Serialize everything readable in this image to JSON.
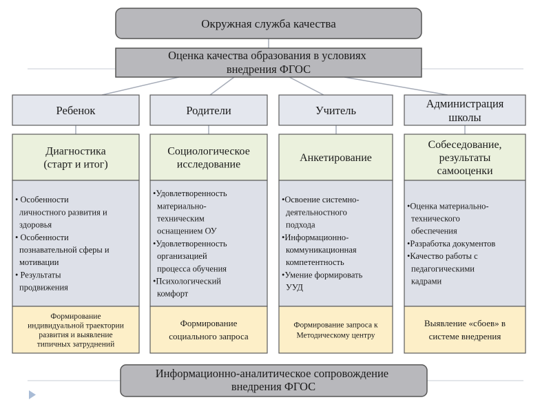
{
  "top": {
    "service": "Окружная служба качества",
    "assessment": [
      "Оценка качества образования в условиях",
      "внедрения ФГОС"
    ]
  },
  "columns": [
    {
      "header": [
        "Ребенок"
      ],
      "method": [
        "Диагностика",
        "(старт и итог)"
      ],
      "items": [
        "• Особенности",
        "личностного развития и",
        "здоровья",
        "• Особенности",
        "познавательной сферы и",
        "мотивации",
        "• Результаты",
        "продвижения"
      ],
      "outcome": [
        "Формирование",
        "индивидуальной траектории",
        "развития и выявление",
        "типичных затруднений"
      ]
    },
    {
      "header": [
        "Родители"
      ],
      "method": [
        "Социологическое",
        "исследование"
      ],
      "items": [
        "•Удовлетворенность",
        "материально-",
        "техническим",
        "оснащением ОУ",
        "•Удовлетворенность",
        "организацией",
        "процесса обучения",
        "•Психологический",
        "комфорт"
      ],
      "outcome": [
        "Формирование",
        "социального запроса"
      ]
    },
    {
      "header": [
        "Учитель"
      ],
      "method": [
        "Анкетирование"
      ],
      "items": [
        "•Освоение системно-",
        "деятельностного",
        "подхода",
        "•Информационно-",
        "коммуникационная",
        "компетентность",
        "•Умение формировать",
        "УУД"
      ],
      "outcome": [
        "Формирование запроса к",
        "Методическому центру"
      ]
    },
    {
      "header": [
        "Администрация",
        "школы"
      ],
      "method": [
        "Собеседование,",
        "результаты",
        "самооценки"
      ],
      "items": [
        "•Оценка материально-",
        "технического",
        "обеспечения",
        "•Разработка документов",
        "•Качество работы с",
        "педагогическими",
        "кадрами"
      ],
      "outcome": [
        "Выявление «сбоев» в",
        "системе внедрения"
      ]
    }
  ],
  "bottom": [
    "Информационно-аналитическое сопровождение",
    "внедрения ФГОС"
  ],
  "colors": {
    "rounded_box": "#b8b8bc",
    "header_box": "#e4e7ee",
    "method_box": "#ebf1dd",
    "items_box": "#dde0e8",
    "outcome_box": "#fdefc8",
    "line": "#a6acb8",
    "nav_arrow": "#a9bcd6"
  },
  "icons": {
    "nav": "play-triangle-icon"
  }
}
